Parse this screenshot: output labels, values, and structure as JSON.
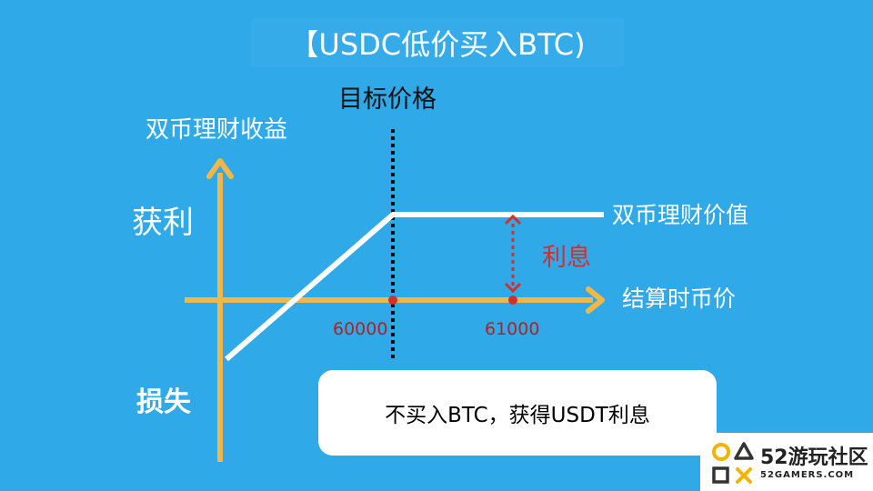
{
  "title": "【USDC低价买入BTC)",
  "diagram": {
    "target_price_label": "目标价格",
    "y_axis_label": "双币理财收益",
    "profit_label": "获利",
    "loss_label": "损失",
    "value_line_label": "双币理财价值",
    "interest_label": "利息",
    "x_axis_label": "结算时币价",
    "price_points": [
      "60000",
      "61000"
    ]
  },
  "note": "不买入BTC，获得USDT利息",
  "brand": {
    "name": "52游玩社区",
    "url": "52GAMERS.COM"
  },
  "colors": {
    "background": "#2fa9e8",
    "axis": "#f2b847",
    "payoff_line": "#ffffff",
    "target_line": "#111111",
    "interest": "#d1302c",
    "price_label": "#b32026"
  }
}
